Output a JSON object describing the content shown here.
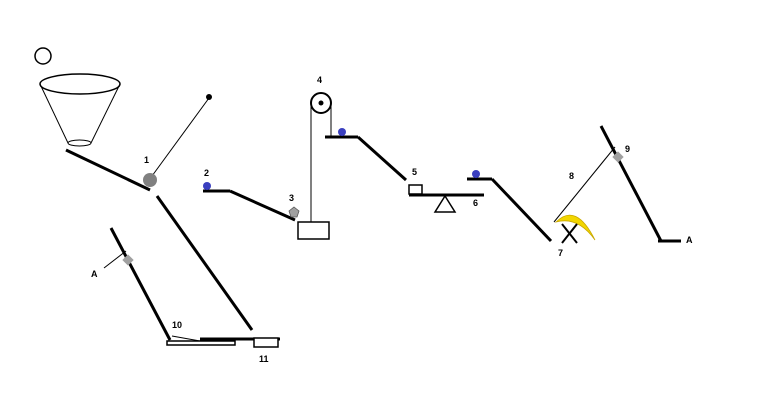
{
  "labels": {
    "l1": "1",
    "l2": "2",
    "l3": "3",
    "l4": "4",
    "l5": "5",
    "l6": "6",
    "l7": "7",
    "l8": "8",
    "l9": "9",
    "l10": "10",
    "l11": "11",
    "a_left": "A",
    "a_right": "A"
  },
  "colors": {
    "ink": "#000000",
    "ball_blue": "#3a3fbf",
    "ball_gray": "#808080",
    "weight_gray": "#a0a0a0",
    "moon_yellow": "#f2d600"
  }
}
